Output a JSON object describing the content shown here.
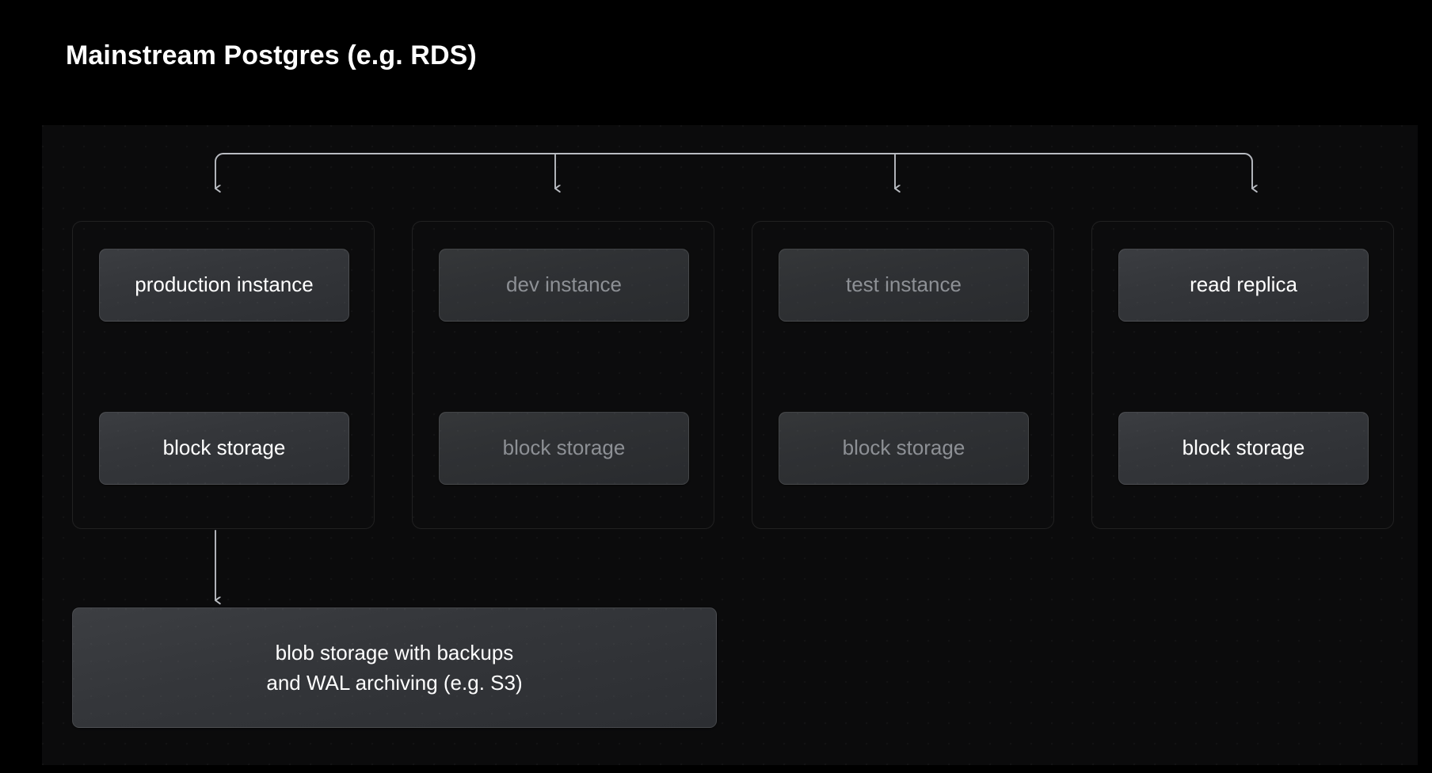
{
  "page": {
    "title": "Mainstream Postgres (e.g. RDS)",
    "background_color": "#000000",
    "panel_color": "#0b0b0c",
    "card_color": "#34363a",
    "text_color": "#ffffff",
    "dim_text_color": "#8d9095",
    "connector_color": "#b9bcc2"
  },
  "diagram": {
    "type": "architecture-tree",
    "bus": {
      "label": "",
      "branch_count": 4,
      "arrow_direction": "down"
    },
    "columns": [
      {
        "id": "production",
        "dimmed": false,
        "instance_label": "production instance",
        "storage_label": "block storage",
        "link_arrow": "bidirectional",
        "has_backup_link": true
      },
      {
        "id": "dev",
        "dimmed": true,
        "instance_label": "dev instance",
        "storage_label": "block storage",
        "link_arrow": "bidirectional",
        "has_backup_link": false
      },
      {
        "id": "test",
        "dimmed": true,
        "instance_label": "test instance",
        "storage_label": "block storage",
        "link_arrow": "bidirectional",
        "has_backup_link": false
      },
      {
        "id": "read-replica",
        "dimmed": false,
        "instance_label": "read replica",
        "storage_label": "block storage",
        "link_arrow": "bidirectional",
        "has_backup_link": false
      }
    ],
    "blob_storage": {
      "line1": "blob storage with backups",
      "line2": "and WAL archiving (e.g. S3)"
    }
  }
}
